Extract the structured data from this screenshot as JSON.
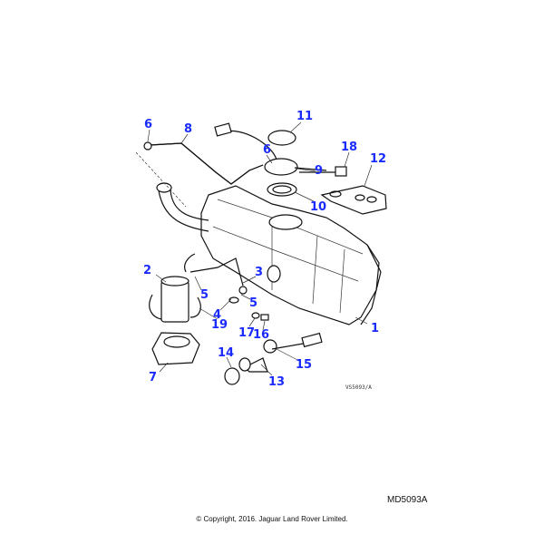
{
  "diagram": {
    "callouts": [
      "6",
      "8",
      "11",
      "6",
      "9",
      "18",
      "12",
      "10",
      "3",
      "2",
      "5",
      "4",
      "5",
      "19",
      "17",
      "16",
      "1",
      "14",
      "15",
      "13",
      "7"
    ],
    "drawing_ref": "VS5093/A"
  },
  "footer": {
    "code": "MD5093A",
    "copyright": "© Copyright, 2016. Jaguar Land Rover Limited."
  }
}
